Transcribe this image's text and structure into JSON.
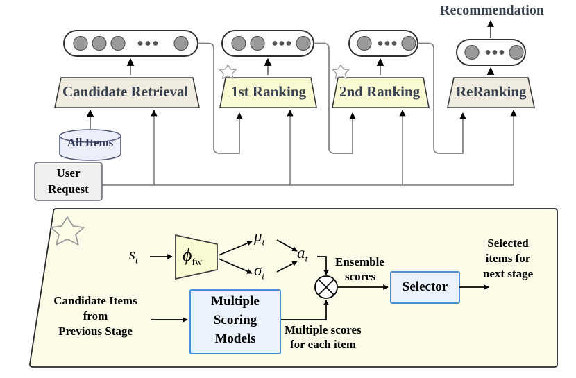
{
  "figure": {
    "title_top": "Recommendation",
    "pipeline": {
      "stages": [
        {
          "id": "candidate-retrieval",
          "label": "Candidate Retrieval",
          "fill": "#f1ece0",
          "starred": false,
          "items_circles": 3,
          "items_dots": "...",
          "items_tail": 1
        },
        {
          "id": "first-ranking",
          "label": "1st Ranking",
          "fill": "#fafad2",
          "starred": true,
          "items_circles": 2,
          "items_dots": "...",
          "items_tail": 1
        },
        {
          "id": "second-ranking",
          "label": "2nd Ranking",
          "fill": "#fafad2",
          "starred": true,
          "items_circles": 1,
          "items_dots": "...",
          "items_tail": 1
        },
        {
          "id": "reranking",
          "label": "ReRanking",
          "fill": "#f1ece0",
          "starred": false,
          "items_circles": 1,
          "items_dots": "...",
          "items_tail": 1
        }
      ]
    },
    "sources": [
      {
        "id": "all-items",
        "label": "All Items",
        "shape": "cylinder",
        "fill": "#ececf8"
      },
      {
        "id": "user-request",
        "label": "User Request",
        "line1": "User",
        "line2": "Request",
        "shape": "rect",
        "fill": "#f0f0f0"
      }
    ],
    "detail_panel": {
      "shape": "trapezoid",
      "fill": "#fbfbe8",
      "star": "star-icon",
      "state_symbol": "s",
      "state_sub": "t",
      "encoder_label": "ϕ",
      "encoder_sub": "fw",
      "mu_symbol": "μ",
      "mu_sub": "t",
      "sigma_symbol": "σ",
      "sigma_sub": "t",
      "action_symbol": "a",
      "action_sub": "t",
      "input_text_lines": [
        "Candidate Items",
        "from",
        "Previous Stage"
      ],
      "scoring_box_lines": [
        "Multiple",
        "Scoring",
        "Models"
      ],
      "scoring_box_fill": "#eaf2fd",
      "scoring_box_border": "#4a90d9",
      "multiple_scores_lines": [
        "Multiple scores",
        "for each item"
      ],
      "ensemble_lines": [
        "Ensemble",
        "scores"
      ],
      "operator": "⊗",
      "selector_label": "Selector",
      "selector_fill": "#eaf2fd",
      "selector_border": "#4a90d9",
      "output_lines": [
        "Selected",
        "items for",
        "next stage"
      ]
    },
    "colors": {
      "stage_text": "#38414f",
      "outline": "#3a3a3a",
      "connector": "#808080",
      "arrow_black": "#000000",
      "node_circle": "#9a9a9a",
      "yellow_stage": "#fafad2",
      "cream_stage": "#f1ece0",
      "panel_fill": "#fbfbe8"
    }
  }
}
